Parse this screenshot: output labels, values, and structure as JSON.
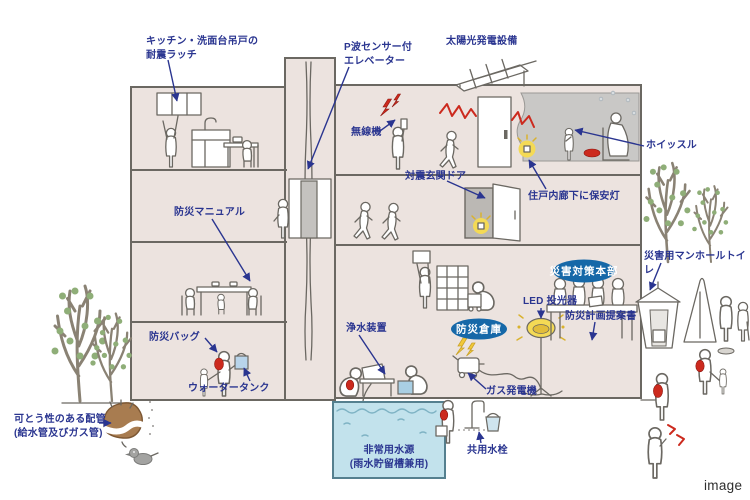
{
  "colors": {
    "label_text": "#2a3590",
    "badge_bg": "#1668a8",
    "badge_text": "#ffffff",
    "building_fill": "#ece3df",
    "dark_room": "#c9c8c6",
    "outline": "#6b6862",
    "water": "#c2e2ec",
    "accent_red": "#cc2a1e",
    "light_yellow": "#f4da55",
    "pipe_brown": "#a87c50",
    "leaf_green": "#8fae78"
  },
  "watermark": "image",
  "badges": {
    "headquarters": "災害対策本部",
    "warehouse": "防災倉庫"
  },
  "labels": {
    "kitchen_latch": "キッチン・洗面台吊戸の\n耐震ラッチ",
    "p_wave_elevator": "P波センサー付\nエレベーター",
    "solar_power": "太陽光発電設備",
    "radio": "無線機",
    "whistle": "ホイッスル",
    "quake_door": "対震玄関ドア",
    "corridor_light": "住戸内廊下に保安灯",
    "disaster_manual": "防災マニュアル",
    "manhole_toilet": "災害用マンホールトイレ",
    "led_floodlight": "LED 投光器",
    "plan_proposal": "防災計画提案書",
    "water_purifier": "浄水装置",
    "disaster_bag": "防災バッグ",
    "water_tank": "ウォータータンク",
    "gas_generator": "ガス発電機",
    "flexible_pipes": "可とう性のある配管\n(給水管及びガス管)",
    "emergency_water": "非常用水源\n(雨水貯留槽兼用)",
    "shared_tap": "共用水栓"
  }
}
